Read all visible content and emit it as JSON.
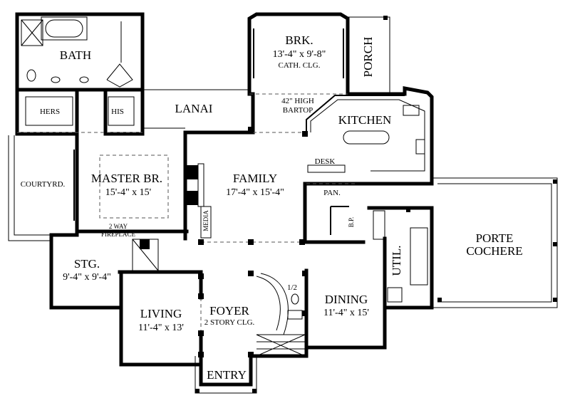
{
  "rooms": {
    "bath": "BATH",
    "hers": "HERS",
    "his": "HIS",
    "brk": "BRK.",
    "brk_size": "13'-4\" x 9'-8\"",
    "brk_note": "CATH. CLG.",
    "porch": "PORCH",
    "lanai": "LANAI",
    "bartop_1": "42\" HIGH",
    "bartop_2": "BARTOP",
    "kitchen": "KITCHEN",
    "desk": "DESK",
    "courtyard": "COURTYRD.",
    "master": "MASTER BR.",
    "master_size": "15'-4\" x 15'",
    "family": "FAMILY",
    "family_size": "17'-4\" x 15'-4\"",
    "pan": "PAN.",
    "bp": "B.P.",
    "media": "MEDIA",
    "fireplace_1": "2 WAY",
    "fireplace_2": "FIREPLACE",
    "porte_1": "PORTE",
    "porte_2": "COCHERE",
    "util": "UTIL.",
    "stg": "STG.",
    "stg_size": "9'-4\" x 9'-4\"",
    "half_bath": "1/2",
    "living": "LIVING",
    "living_size": "11'-4\" x 13'",
    "foyer": "FOYER",
    "foyer_note": "2 STORY CLG.",
    "dining": "DINING",
    "dining_size": "11'-4\" x 15'",
    "entry": "ENTRY"
  }
}
